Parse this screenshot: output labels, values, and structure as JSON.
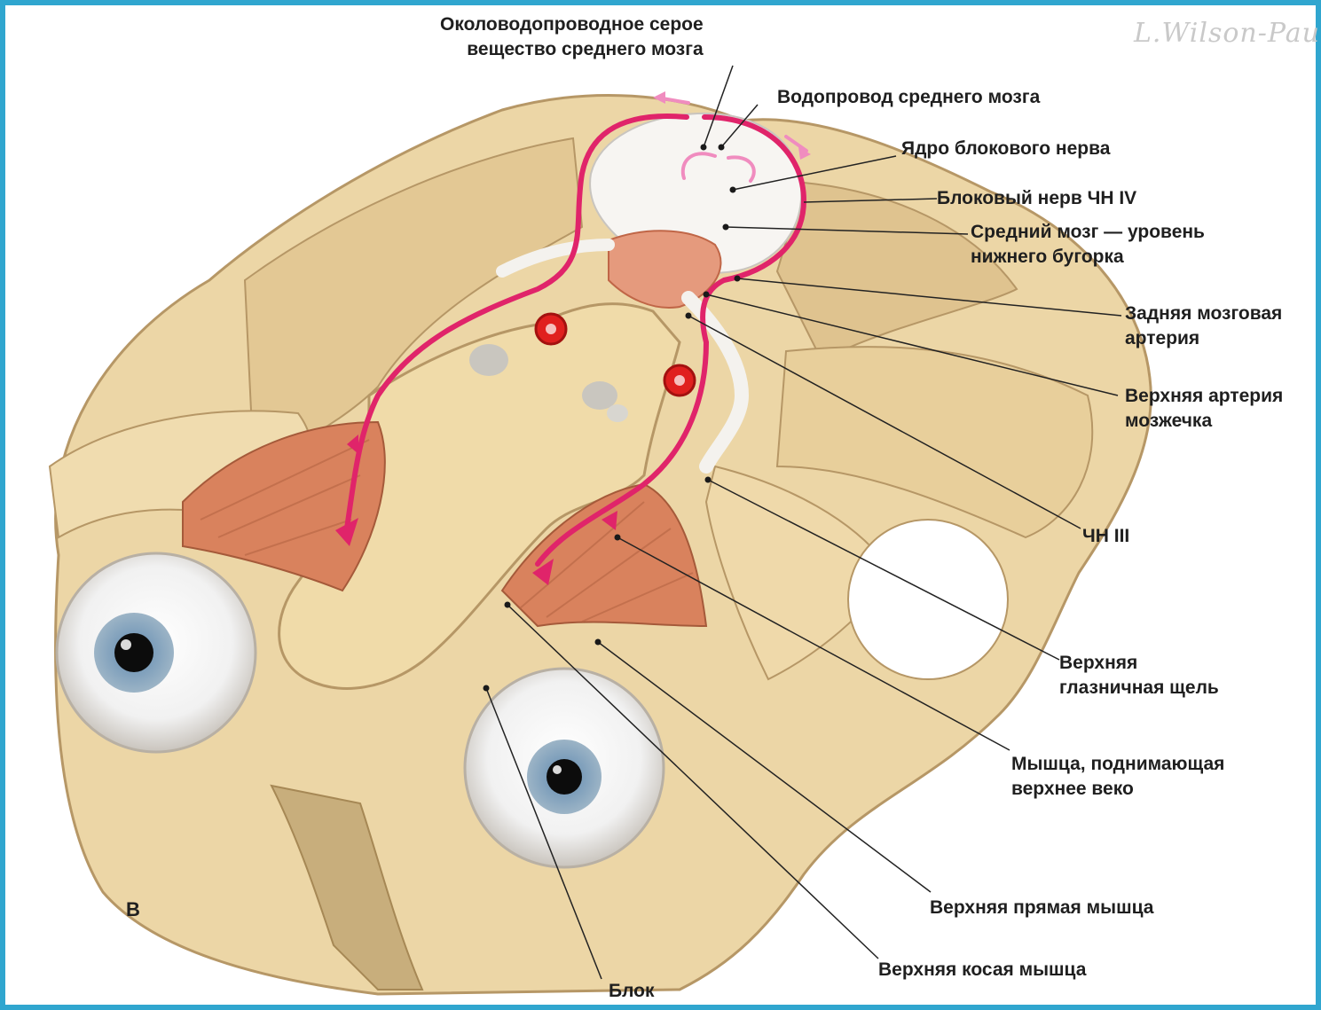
{
  "signature": "L.Wilson-Pauw",
  "panel_letter": "B",
  "colors": {
    "frame": "#30a6cf",
    "bone": "#ecd6a6",
    "nerve": "#e0246a",
    "muscle": "#d9825d",
    "artery": "#e0201e"
  },
  "labels": {
    "periaqueductal_gray": "Околоводопроводное серое\nвещество среднего мозга",
    "aqueduct": "Водопровод среднего мозга",
    "trochlear_nucleus": "Ядро блокового нерва",
    "trochlear_nerve": "Блоковый нерв ЧН IV",
    "midbrain": "Средний мозг — уровень\nнижнего бугорка",
    "posterior_cerebral_artery": "Задняя мозговая\nартерия",
    "superior_cerebellar_artery": "Верхняя артерия\nмозжечка",
    "cn3": "ЧН III",
    "superior_orbital_fissure": "Верхняя\nглазничная щель",
    "levator": "Мышца, поднимающая\nверхнее веко",
    "superior_rectus": "Верхняя прямая мышца",
    "superior_oblique": "Верхняя косая мышца",
    "trochlea": "Блок"
  }
}
